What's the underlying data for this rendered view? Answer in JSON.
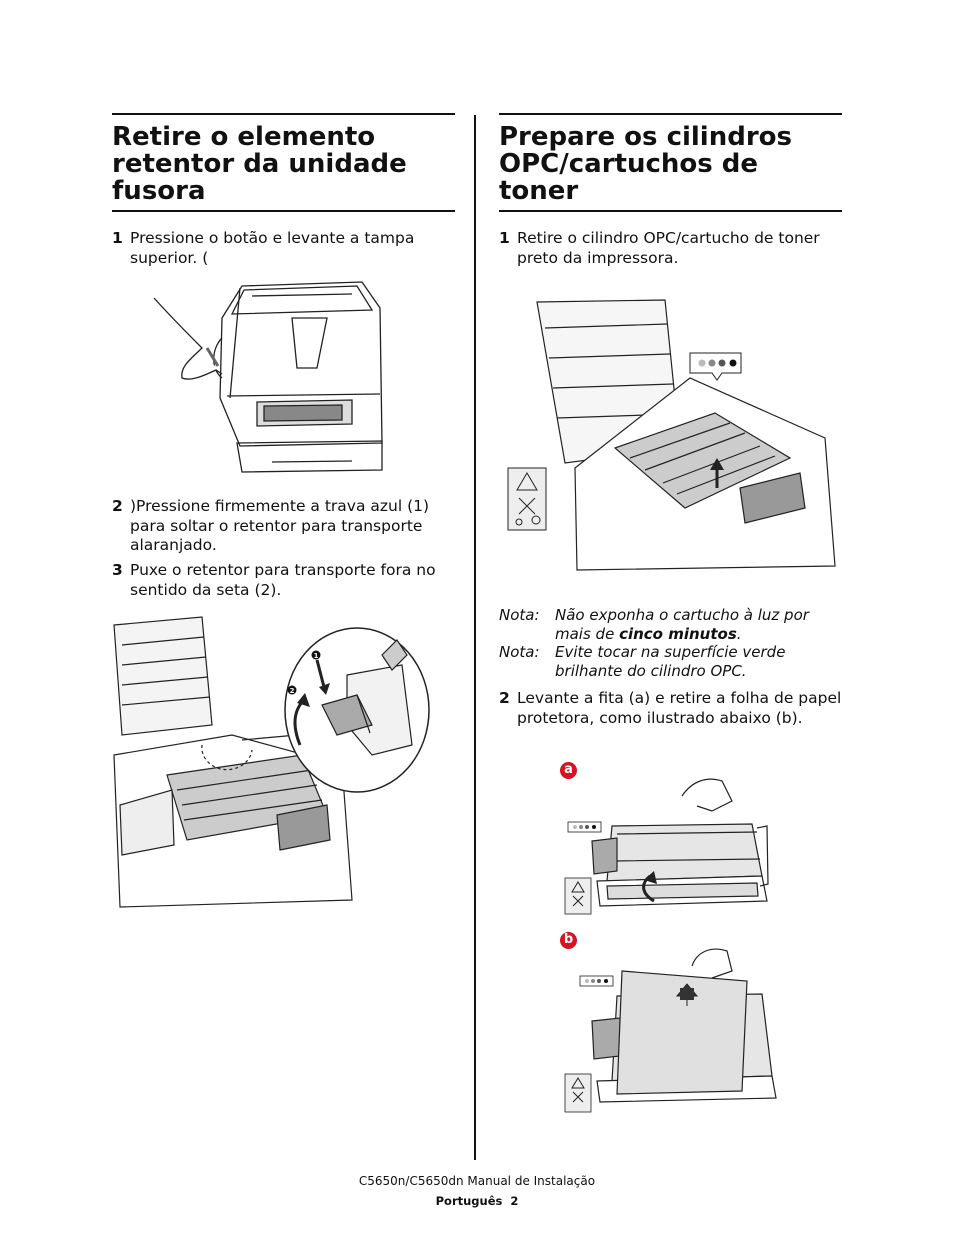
{
  "left": {
    "heading": "Retire o elemento retentor da unidade fusora",
    "steps": [
      {
        "num": "1",
        "text": "Pressione o botão e levante a tampa superior. ("
      },
      {
        "num": "2",
        "text": ")Pressione firmemente a trava azul (1) para soltar o retentor para transporte alaranjado."
      },
      {
        "num": "3",
        "text": "Puxe o retentor para transporte fora no sentido da seta (2)."
      }
    ],
    "callouts": [
      "1",
      "2"
    ]
  },
  "right": {
    "heading": "Prepare os cilindros OPC/cartuchos de toner",
    "steps": [
      {
        "num": "1",
        "text": "Retire o cilindro OPC/cartucho de toner preto da impressora."
      },
      {
        "num": "2",
        "text": "Levante a fita (a) e retire a folha de papel protetora, como ilustrado abaixo (b)."
      }
    ],
    "notes": [
      {
        "label": "Nota:",
        "text_before": "Não exponha o cartucho à luz por mais de ",
        "text_bold": "cinco minutos",
        "text_after": "."
      },
      {
        "label": "Nota:",
        "text": "Evite tocar na superfície verde brilhante do cilindro OPC."
      }
    ],
    "badges": [
      "a",
      "b"
    ]
  },
  "footer": {
    "manual": "C5650n/C5650dn Manual de Instalação",
    "language": "Português",
    "page": "2"
  }
}
